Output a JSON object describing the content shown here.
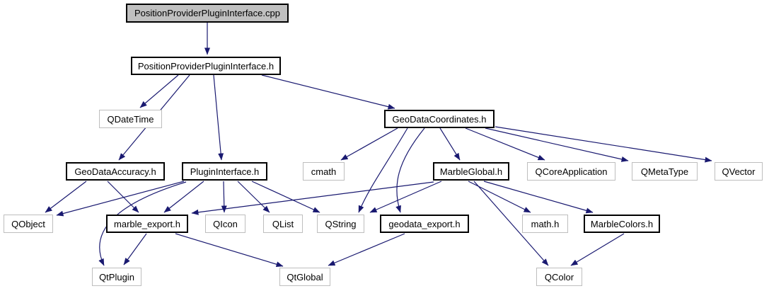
{
  "diagram": {
    "kind": "include-dependency-graph",
    "arrow_color": "#191970",
    "linked_border_color": "#000000",
    "plain_border_color": "#bebebe",
    "root_fill_color": "#c0c0c0",
    "nodes": {
      "cpp": {
        "label": "PositionProviderPluginInterface.cpp",
        "linked": true,
        "root": true
      },
      "ppih": {
        "label": "PositionProviderPluginInterface.h",
        "linked": true,
        "root": false
      },
      "qdatetime": {
        "label": "QDateTime",
        "linked": false,
        "root": false
      },
      "geodatacoordinates": {
        "label": "GeoDataCoordinates.h",
        "linked": true,
        "root": false
      },
      "geodataaccuracy": {
        "label": "GeoDataAccuracy.h",
        "linked": true,
        "root": false
      },
      "plugininterface": {
        "label": "PluginInterface.h",
        "linked": true,
        "root": false
      },
      "cmath": {
        "label": "cmath",
        "linked": false,
        "root": false
      },
      "marbleglobal": {
        "label": "MarbleGlobal.h",
        "linked": true,
        "root": false
      },
      "qcoreapplication": {
        "label": "QCoreApplication",
        "linked": false,
        "root": false
      },
      "qmetatype": {
        "label": "QMetaType",
        "linked": false,
        "root": false
      },
      "qvector": {
        "label": "QVector",
        "linked": false,
        "root": false
      },
      "qobject": {
        "label": "QObject",
        "linked": false,
        "root": false
      },
      "marbleexport": {
        "label": "marble_export.h",
        "linked": true,
        "root": false
      },
      "qicon": {
        "label": "QIcon",
        "linked": false,
        "root": false
      },
      "qlist": {
        "label": "QList",
        "linked": false,
        "root": false
      },
      "qstring": {
        "label": "QString",
        "linked": false,
        "root": false
      },
      "geodataexport": {
        "label": "geodata_export.h",
        "linked": true,
        "root": false
      },
      "mathh": {
        "label": "math.h",
        "linked": false,
        "root": false
      },
      "marblecolors": {
        "label": "MarbleColors.h",
        "linked": true,
        "root": false
      },
      "qtplugin": {
        "label": "QtPlugin",
        "linked": false,
        "root": false
      },
      "qtglobal": {
        "label": "QtGlobal",
        "linked": false,
        "root": false
      },
      "qcolor": {
        "label": "QColor",
        "linked": false,
        "root": false
      }
    },
    "edges": [
      {
        "from": "cpp",
        "to": "ppih"
      },
      {
        "from": "ppih",
        "to": "qdatetime"
      },
      {
        "from": "ppih",
        "to": "geodataaccuracy"
      },
      {
        "from": "ppih",
        "to": "plugininterface"
      },
      {
        "from": "ppih",
        "to": "geodatacoordinates"
      },
      {
        "from": "geodatacoordinates",
        "to": "cmath"
      },
      {
        "from": "geodatacoordinates",
        "to": "qstring"
      },
      {
        "from": "geodatacoordinates",
        "to": "geodataexport"
      },
      {
        "from": "geodatacoordinates",
        "to": "marbleglobal"
      },
      {
        "from": "geodatacoordinates",
        "to": "qcoreapplication"
      },
      {
        "from": "geodatacoordinates",
        "to": "qmetatype"
      },
      {
        "from": "geodatacoordinates",
        "to": "qvector"
      },
      {
        "from": "geodataaccuracy",
        "to": "qobject"
      },
      {
        "from": "geodataaccuracy",
        "to": "marbleexport"
      },
      {
        "from": "plugininterface",
        "to": "qobject"
      },
      {
        "from": "plugininterface",
        "to": "marbleexport"
      },
      {
        "from": "plugininterface",
        "to": "qicon"
      },
      {
        "from": "plugininterface",
        "to": "qlist"
      },
      {
        "from": "plugininterface",
        "to": "qstring"
      },
      {
        "from": "plugininterface",
        "to": "qtplugin"
      },
      {
        "from": "marbleglobal",
        "to": "marbleexport"
      },
      {
        "from": "marbleglobal",
        "to": "qstring"
      },
      {
        "from": "marbleglobal",
        "to": "mathh"
      },
      {
        "from": "marbleglobal",
        "to": "marblecolors"
      },
      {
        "from": "marbleglobal",
        "to": "qcolor"
      },
      {
        "from": "marblecolors",
        "to": "qcolor"
      },
      {
        "from": "marbleexport",
        "to": "qtplugin"
      },
      {
        "from": "marbleexport",
        "to": "qtglobal"
      },
      {
        "from": "geodataexport",
        "to": "qtglobal"
      }
    ]
  }
}
